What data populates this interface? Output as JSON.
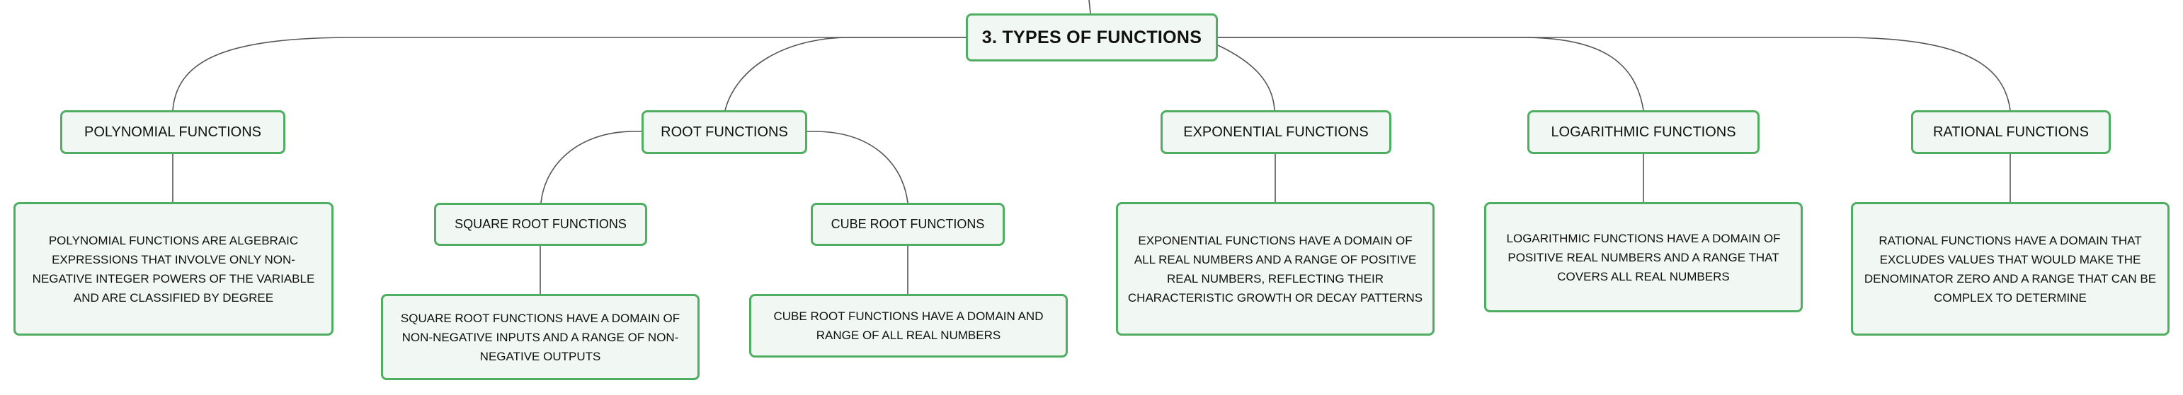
{
  "root": {
    "label": "3. TYPES OF FUNCTIONS"
  },
  "categories": {
    "polynomial": "POLYNOMIAL FUNCTIONS",
    "root": "ROOT FUNCTIONS",
    "exponential": "EXPONENTIAL FUNCTIONS",
    "logarithmic": "LOGARITHMIC FUNCTIONS",
    "rational": "RATIONAL FUNCTIONS"
  },
  "subcategories": {
    "square_root": "SQUARE ROOT FUNCTIONS",
    "cube_root": "CUBE ROOT FUNCTIONS"
  },
  "descriptions": {
    "polynomial": "POLYNOMIAL FUNCTIONS ARE ALGEBRAIC EXPRESSIONS THAT INVOLVE ONLY NON-NEGATIVE INTEGER POWERS OF THE VARIABLE AND ARE CLASSIFIED BY DEGREE",
    "square_root": "SQUARE ROOT FUNCTIONS HAVE A DOMAIN OF NON-NEGATIVE INPUTS AND A RANGE OF NON-NEGATIVE OUTPUTS",
    "cube_root": "CUBE ROOT FUNCTIONS HAVE A DOMAIN AND RANGE OF ALL REAL NUMBERS",
    "exponential": "EXPONENTIAL FUNCTIONS HAVE A DOMAIN OF ALL REAL NUMBERS AND A RANGE OF POSITIVE REAL NUMBERS, REFLECTING THEIR CHARACTERISTIC GROWTH OR DECAY PATTERNS",
    "logarithmic": "LOGARITHMIC FUNCTIONS HAVE A DOMAIN OF POSITIVE REAL NUMBERS AND A RANGE THAT COVERS ALL REAL NUMBERS",
    "rational": "RATIONAL FUNCTIONS HAVE A DOMAIN THAT EXCLUDES VALUES THAT WOULD MAKE THE DENOMINATOR ZERO AND A RANGE THAT CAN BE COMPLEX TO DETERMINE"
  },
  "colors": {
    "node_border": "#4fae62",
    "node_fill": "#f1f8f3",
    "edge": "#555555",
    "text": "#111111"
  }
}
